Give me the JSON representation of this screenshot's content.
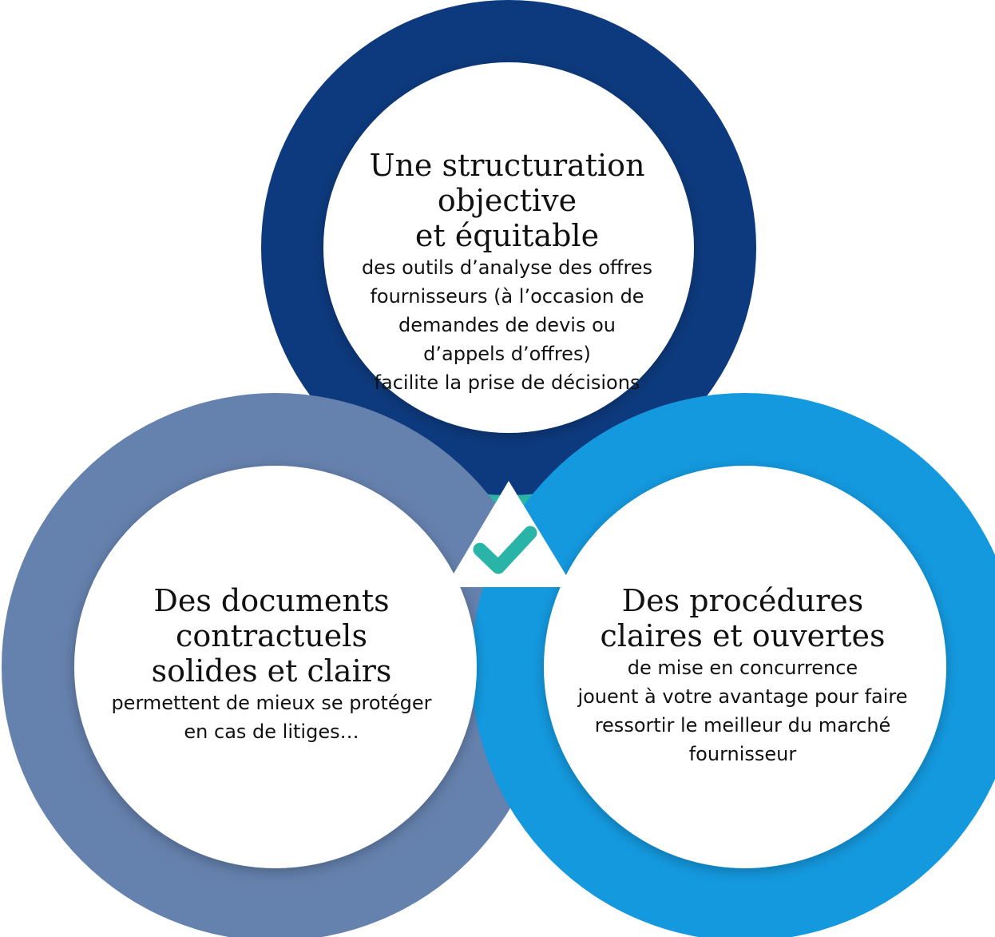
{
  "colors": {
    "top_ring": "#0d3a7e",
    "left_ring": "#6581ad",
    "right_ring": "#1499df",
    "center": "#2ab3a7",
    "check": "#2ab3a7",
    "triangle": "#ffffff"
  },
  "center_icon": "check-triangle-icon",
  "segments": {
    "top": {
      "title": [
        "Une structuration",
        "objective",
        "et équitable"
      ],
      "description": [
        "des outils d’analyse des offres",
        "fournisseurs (à l’occasion de",
        "demandes de devis ou",
        "d’appels d’offres)",
        "facilite la prise de décisions"
      ]
    },
    "left": {
      "title": [
        "Des documents",
        "contractuels",
        "solides et clairs"
      ],
      "description": [
        "permettent de mieux se protéger",
        "en cas de litiges…"
      ]
    },
    "right": {
      "title": [
        "Des procédures",
        "claires et ouvertes"
      ],
      "description": [
        "de mise en concurrence",
        "jouent à votre avantage pour faire",
        "ressortir le meilleur du marché",
        "fournisseur"
      ]
    }
  }
}
